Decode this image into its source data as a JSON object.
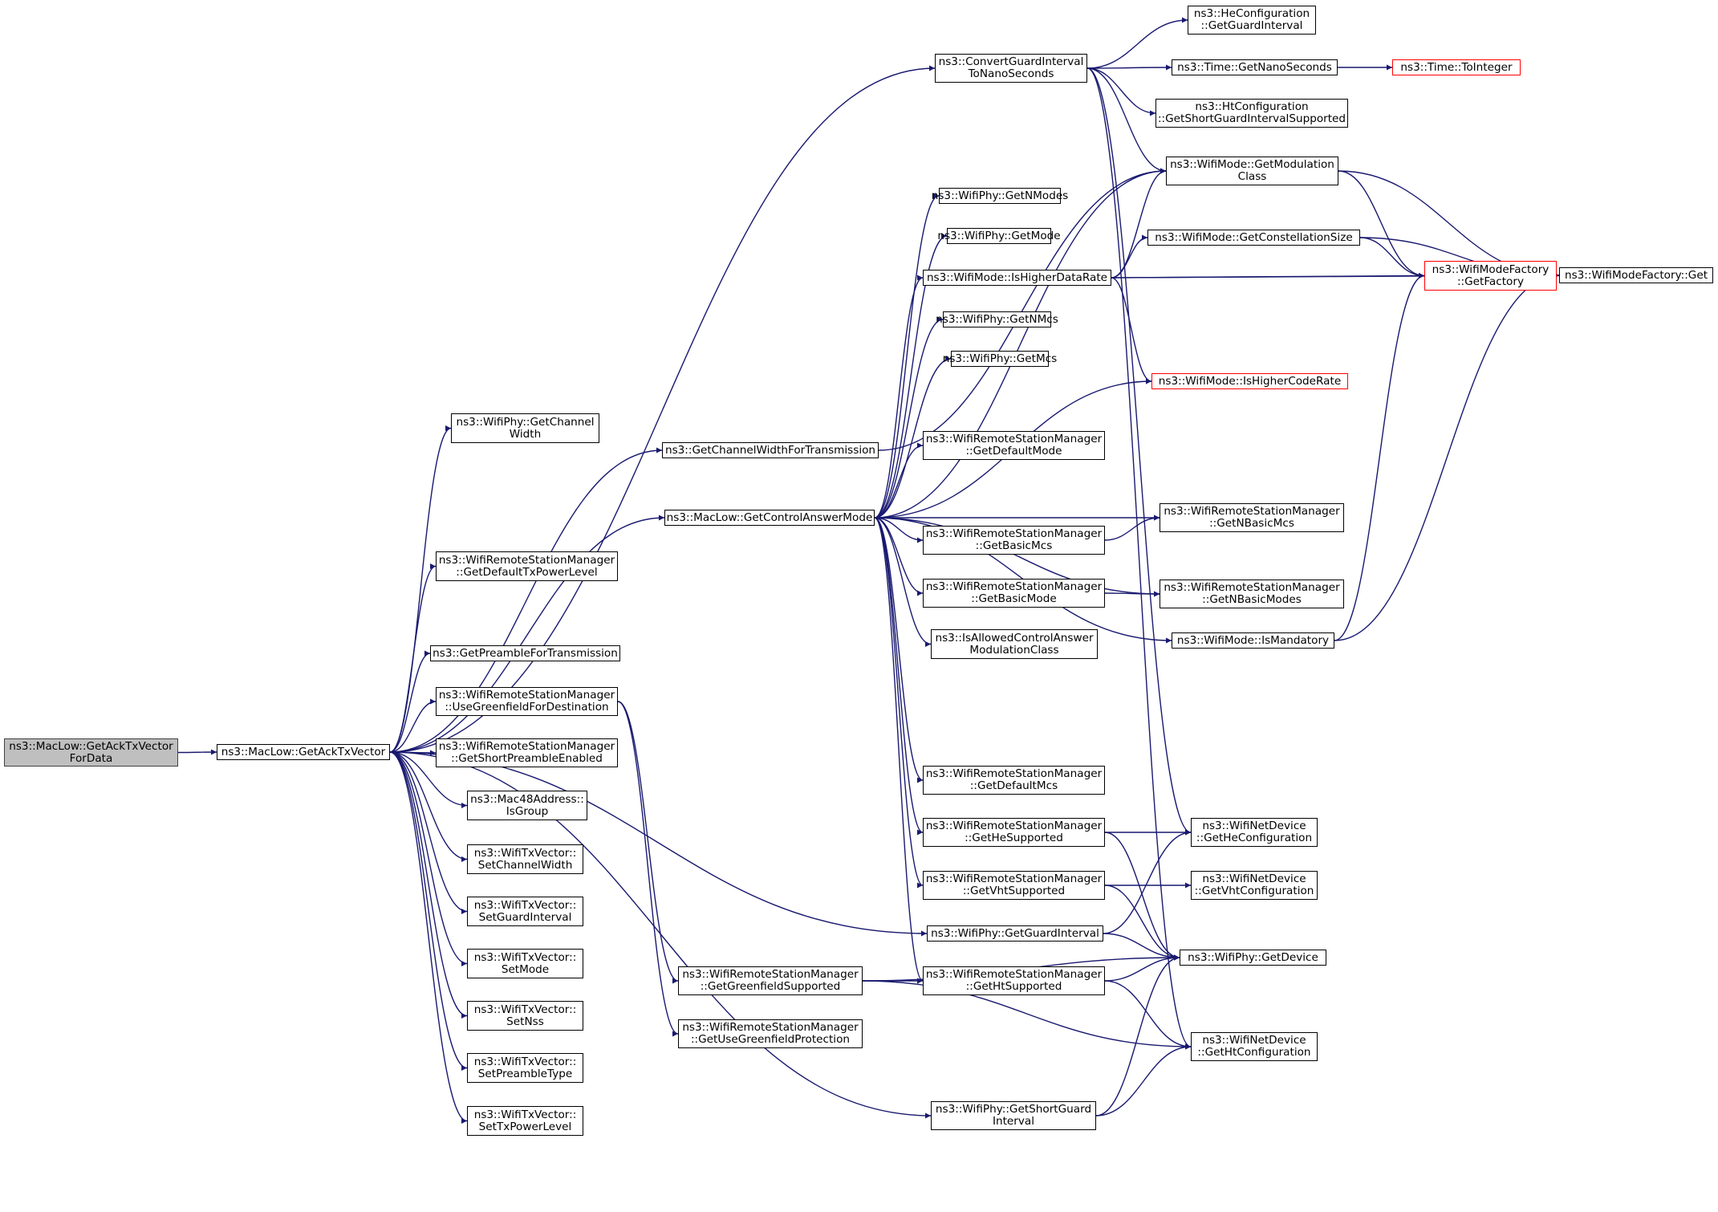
{
  "graph": {
    "edge_color": "#191970",
    "truncated_border_color": "#ff0000",
    "current_node_fill": "#bfbfbf",
    "nodes": {
      "root": {
        "lines": [
          "ns3::MacLow::GetAckTxVector",
          "ForData"
        ]
      },
      "ack": {
        "lines": [
          "ns3::MacLow::GetAckTxVector"
        ]
      },
      "cgi": {
        "lines": [
          "ns3::ConvertGuardInterval",
          "ToNanoSeconds"
        ]
      },
      "hecgi": {
        "lines": [
          "ns3::HeConfiguration",
          "::GetGuardInterval"
        ]
      },
      "tns": {
        "lines": [
          "ns3::Time::GetNanoSeconds"
        ]
      },
      "toint": {
        "lines": [
          "ns3::Time::ToInteger"
        ]
      },
      "htsgi": {
        "lines": [
          "ns3::HtConfiguration",
          "::GetShortGuardIntervalSupported"
        ]
      },
      "gmc": {
        "lines": [
          "ns3::WifiMode::GetModulation",
          "Class"
        ]
      },
      "gnm": {
        "lines": [
          "ns3::WifiPhy::GetNModes"
        ]
      },
      "gmode": {
        "lines": [
          "ns3::WifiPhy::GetMode"
        ]
      },
      "ihdr": {
        "lines": [
          "ns3::WifiMode::IsHigherDataRate"
        ]
      },
      "gcs": {
        "lines": [
          "ns3::WifiMode::GetConstellationSize"
        ]
      },
      "gfact": {
        "lines": [
          "ns3::WifiModeFactory",
          "::GetFactory"
        ]
      },
      "wget": {
        "lines": [
          "ns3::WifiModeFactory::Get"
        ]
      },
      "gnmcs": {
        "lines": [
          "ns3::WifiPhy::GetNMcs"
        ]
      },
      "gmcs": {
        "lines": [
          "ns3::WifiPhy::GetMcs"
        ]
      },
      "ihcr": {
        "lines": [
          "ns3::WifiMode::IsHigherCodeRate"
        ]
      },
      "gcw": {
        "lines": [
          "ns3::WifiPhy::GetChannel",
          "Width"
        ]
      },
      "gcwt": {
        "lines": [
          "ns3::GetChannelWidthForTransmission"
        ]
      },
      "gdm": {
        "lines": [
          "ns3::WifiRemoteStationManager",
          "::GetDefaultMode"
        ]
      },
      "gcam": {
        "lines": [
          "ns3::MacLow::GetControlAnswerMode"
        ]
      },
      "gnbmcs": {
        "lines": [
          "ns3::WifiRemoteStationManager",
          "::GetNBasicMcs"
        ]
      },
      "gbmcs": {
        "lines": [
          "ns3::WifiRemoteStationManager",
          "::GetBasicMcs"
        ]
      },
      "gdtpl": {
        "lines": [
          "ns3::WifiRemoteStationManager",
          "::GetDefaultTxPowerLevel"
        ]
      },
      "gbmode": {
        "lines": [
          "ns3::WifiRemoteStationManager",
          "::GetBasicMode"
        ]
      },
      "gnbm": {
        "lines": [
          "ns3::WifiRemoteStationManager",
          "::GetNBasicModes"
        ]
      },
      "iacamc": {
        "lines": [
          "ns3::IsAllowedControlAnswer",
          "ModulationClass"
        ]
      },
      "ismand": {
        "lines": [
          "ns3::WifiMode::IsMandatory"
        ]
      },
      "gpft": {
        "lines": [
          "ns3::GetPreambleForTransmission"
        ]
      },
      "ugfd": {
        "lines": [
          "ns3::WifiRemoteStationManager",
          "::UseGreenfieldForDestination"
        ]
      },
      "gspe": {
        "lines": [
          "ns3::WifiRemoteStationManager",
          "::GetShortPreambleEnabled"
        ]
      },
      "isgrp": {
        "lines": [
          "ns3::Mac48Address::",
          "IsGroup"
        ]
      },
      "gdmcs": {
        "lines": [
          "ns3::WifiRemoteStationManager",
          "::GetDefaultMcs"
        ]
      },
      "scw": {
        "lines": [
          "ns3::WifiTxVector::",
          "SetChannelWidth"
        ]
      },
      "ghes": {
        "lines": [
          "ns3::WifiRemoteStationManager",
          "::GetHeSupported"
        ]
      },
      "gheconf": {
        "lines": [
          "ns3::WifiNetDevice",
          "::GetHeConfiguration"
        ]
      },
      "sgi": {
        "lines": [
          "ns3::WifiTxVector::",
          "SetGuardInterval"
        ]
      },
      "gvhts": {
        "lines": [
          "ns3::WifiRemoteStationManager",
          "::GetVhtSupported"
        ]
      },
      "gvhtconf": {
        "lines": [
          "ns3::WifiNetDevice",
          "::GetVhtConfiguration"
        ]
      },
      "ggi": {
        "lines": [
          "ns3::WifiPhy::GetGuardInterval"
        ]
      },
      "smode": {
        "lines": [
          "ns3::WifiTxVector::",
          "SetMode"
        ]
      },
      "ggfs": {
        "lines": [
          "ns3::WifiRemoteStationManager",
          "::GetGreenfieldSupported"
        ]
      },
      "ghts": {
        "lines": [
          "ns3::WifiRemoteStationManager",
          "::GetHtSupported"
        ]
      },
      "gdev": {
        "lines": [
          "ns3::WifiPhy::GetDevice"
        ]
      },
      "snss": {
        "lines": [
          "ns3::WifiTxVector::",
          "SetNss"
        ]
      },
      "gugp": {
        "lines": [
          "ns3::WifiRemoteStationManager",
          "::GetUseGreenfieldProtection"
        ]
      },
      "ghtconf": {
        "lines": [
          "ns3::WifiNetDevice",
          "::GetHtConfiguration"
        ]
      },
      "spt": {
        "lines": [
          "ns3::WifiTxVector::",
          "SetPreambleType"
        ]
      },
      "gsgi": {
        "lines": [
          "ns3::WifiPhy::GetShortGuard",
          "Interval"
        ]
      },
      "stpl": {
        "lines": [
          "ns3::WifiTxVector::",
          "SetTxPowerLevel"
        ]
      }
    }
  }
}
